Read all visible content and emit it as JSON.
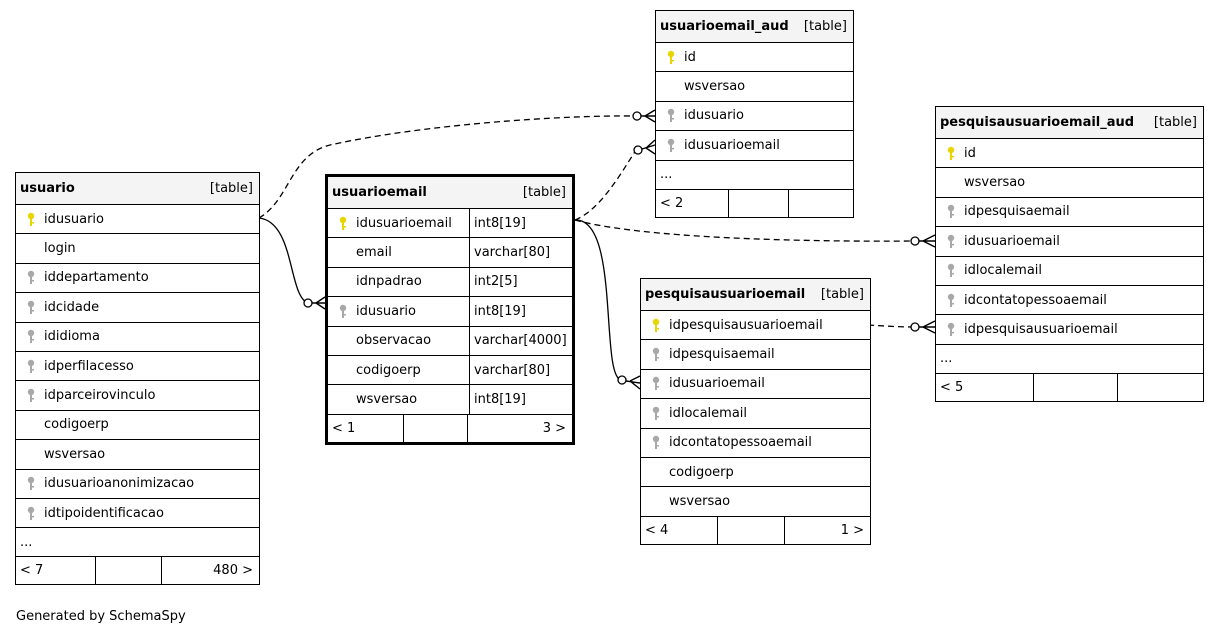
{
  "footer_note": "Generated by SchemaSpy",
  "colors": {
    "primary_key": "#e8d400",
    "foreign_key": "#a8a8a8",
    "header_bg": "#f4f4f4"
  },
  "tables": {
    "usuario": {
      "name": "usuario",
      "type": "[table]",
      "columns": [
        {
          "name": "idusuario",
          "key": "primary"
        },
        {
          "name": "login",
          "key": "none"
        },
        {
          "name": "iddepartamento",
          "key": "foreign"
        },
        {
          "name": "idcidade",
          "key": "foreign"
        },
        {
          "name": "ididioma",
          "key": "foreign"
        },
        {
          "name": "idperfilacesso",
          "key": "foreign"
        },
        {
          "name": "idparceirovinculo",
          "key": "foreign"
        },
        {
          "name": "codigoerp",
          "key": "none"
        },
        {
          "name": "wsversao",
          "key": "none"
        },
        {
          "name": "idusuarioanonimizacao",
          "key": "foreign"
        },
        {
          "name": "idtipoidentificacao",
          "key": "foreign"
        }
      ],
      "ellipsis": "...",
      "footer": {
        "left": "< 7",
        "mid": "",
        "right": "480 >"
      }
    },
    "usuarioemail": {
      "name": "usuarioemail",
      "type": "[table]",
      "columns": [
        {
          "name": "idusuarioemail",
          "key": "primary",
          "type": "int8[19]"
        },
        {
          "name": "email",
          "key": "none",
          "type": "varchar[80]"
        },
        {
          "name": "idnpadrao",
          "key": "none",
          "type": "int2[5]"
        },
        {
          "name": "idusuario",
          "key": "foreign",
          "type": "int8[19]"
        },
        {
          "name": "observacao",
          "key": "none",
          "type": "varchar[4000]"
        },
        {
          "name": "codigoerp",
          "key": "none",
          "type": "varchar[80]"
        },
        {
          "name": "wsversao",
          "key": "none",
          "type": "int8[19]"
        }
      ],
      "footer": {
        "left": "< 1",
        "mid": "",
        "right": "3 >"
      }
    },
    "usuarioemail_aud": {
      "name": "usuarioemail_aud",
      "type": "[table]",
      "columns": [
        {
          "name": "id",
          "key": "primary"
        },
        {
          "name": "wsversao",
          "key": "none"
        },
        {
          "name": "idusuario",
          "key": "foreign"
        },
        {
          "name": "idusuarioemail",
          "key": "foreign"
        }
      ],
      "ellipsis": "...",
      "footer": {
        "left": "< 2",
        "mid": "",
        "right": ""
      }
    },
    "pesquisausuarioemail": {
      "name": "pesquisausuarioemail",
      "type": "[table]",
      "columns": [
        {
          "name": "idpesquisausuarioemail",
          "key": "primary"
        },
        {
          "name": "idpesquisaemail",
          "key": "foreign"
        },
        {
          "name": "idusuarioemail",
          "key": "foreign"
        },
        {
          "name": "idlocalemail",
          "key": "foreign"
        },
        {
          "name": "idcontatopessoaemail",
          "key": "foreign"
        },
        {
          "name": "codigoerp",
          "key": "none"
        },
        {
          "name": "wsversao",
          "key": "none"
        }
      ],
      "footer": {
        "left": "< 4",
        "mid": "",
        "right": "1 >"
      }
    },
    "pesquisausuarioemail_aud": {
      "name": "pesquisausuarioemail_aud",
      "type": "[table]",
      "columns": [
        {
          "name": "id",
          "key": "primary"
        },
        {
          "name": "wsversao",
          "key": "none"
        },
        {
          "name": "idpesquisaemail",
          "key": "foreign"
        },
        {
          "name": "idusuarioemail",
          "key": "foreign"
        },
        {
          "name": "idlocalemail",
          "key": "foreign"
        },
        {
          "name": "idcontatopessoaemail",
          "key": "foreign"
        },
        {
          "name": "idpesquisausuarioemail",
          "key": "foreign"
        }
      ],
      "ellipsis": "...",
      "footer": {
        "left": "< 5",
        "mid": "",
        "right": ""
      }
    }
  }
}
